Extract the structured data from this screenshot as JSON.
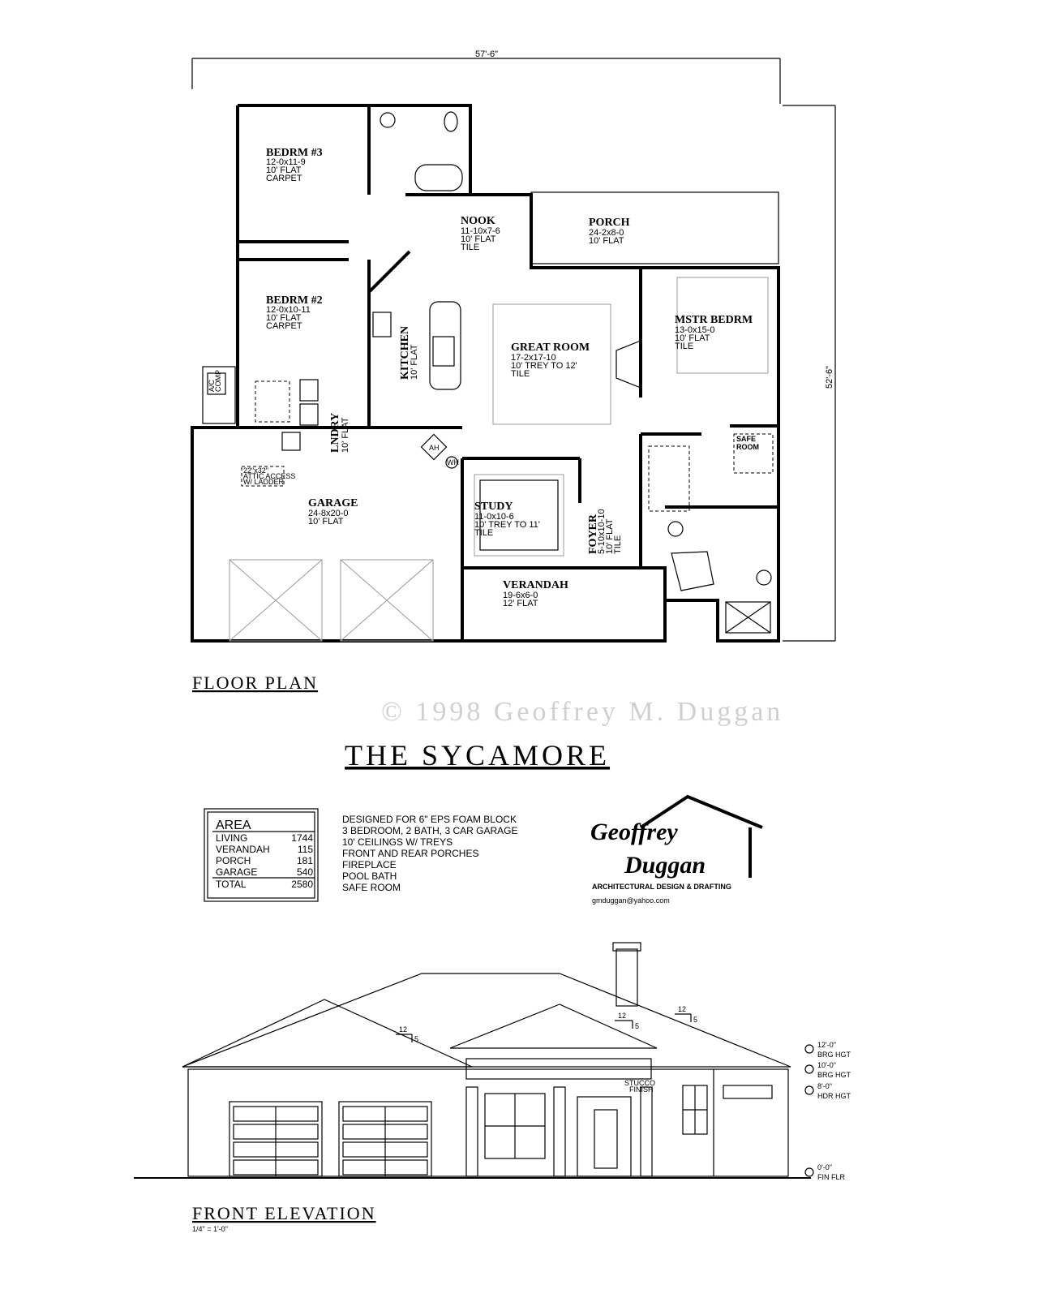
{
  "floor_plan": {
    "overall_width": "57'-6\"",
    "overall_depth": "52'-6\"",
    "title": "FLOOR PLAN",
    "watermark": "© 1998 Geoffrey M. Duggan",
    "rooms": [
      {
        "name": "BEDRM #3",
        "size": "12-0x11-9",
        "ceiling": "10' FLAT",
        "floor": "CARPET"
      },
      {
        "name": "BEDRM #2",
        "size": "12-0x10-11",
        "ceiling": "10' FLAT",
        "floor": "CARPET"
      },
      {
        "name": "NOOK",
        "size": "11-10x7-6",
        "ceiling": "10' FLAT",
        "floor": "TILE"
      },
      {
        "name": "PORCH",
        "size": "24-2x8-0",
        "ceiling": "10' FLAT"
      },
      {
        "name": "MSTR BEDRM",
        "size": "13-0x15-0",
        "ceiling": "10' FLAT",
        "floor": "TILE"
      },
      {
        "name": "GREAT ROOM",
        "size": "17-2x17-10",
        "ceiling": "10' TREY TO 12'",
        "floor": "TILE"
      },
      {
        "name": "GARAGE",
        "size": "24-8x20-0",
        "ceiling": "10' FLAT"
      },
      {
        "name": "STUDY",
        "size": "11-0x10-6",
        "ceiling": "10' TREY TO 11'",
        "floor": "TILE"
      },
      {
        "name": "VERANDAH",
        "size": "19-6x6-0",
        "ceiling": "12' FLAT"
      }
    ],
    "kitchen": {
      "name": "KITCHEN",
      "ceiling": "10' FLAT"
    },
    "laundry": {
      "name": "LNDRY",
      "ceiling": "10' FLAT"
    },
    "foyer": {
      "name": "FOYER",
      "size": "5-10x10-10",
      "ceiling": "10' FLAT",
      "floor": "TILE"
    },
    "safe_room": {
      "line1": "SAFE",
      "line2": "ROOM"
    },
    "attic": {
      "line1": "22\"x32\"",
      "line2": "ATTIC ACCESS",
      "line3": "W/ LADDER"
    },
    "ac": {
      "line1": "A/C",
      "line2": "COMP"
    },
    "ah": "AH",
    "wh": "WH"
  },
  "title": "THE SYCAMORE",
  "area_table": {
    "heading": "AREA",
    "rows": [
      {
        "label": "LIVING",
        "value": "1744"
      },
      {
        "label": "VERANDAH",
        "value": "115"
      },
      {
        "label": "PORCH",
        "value": "181"
      },
      {
        "label": "GARAGE",
        "value": "540"
      }
    ],
    "total": {
      "label": "TOTAL",
      "value": "2580"
    }
  },
  "features": [
    "DESIGNED FOR 6\" EPS FOAM BLOCK",
    "3 BEDROOM, 2 BATH, 3 CAR GARAGE",
    "10' CEILINGS W/ TREYS",
    "FRONT AND REAR PORCHES",
    "FIREPLACE",
    "POOL BATH",
    "SAFE ROOM"
  ],
  "logo": {
    "line1": "Geoffrey",
    "line2": "Duggan",
    "tagline": "ARCHITECTURAL DESIGN & DRAFTING",
    "email": "gmduggan@yahoo.com"
  },
  "elevation": {
    "title": "FRONT ELEVATION",
    "scale": "1/4\" = 1'-0\"",
    "pitch_run": "12",
    "pitch_rise": "5",
    "stucco_line1": "STUCCO",
    "stucco_line2": "FINISH",
    "levels": [
      {
        "height": "12'-0\"",
        "label": "BRG HGT"
      },
      {
        "height": "10'-0\"",
        "label": "BRG HGT"
      },
      {
        "height": "8'-0\"",
        "label": "HDR HGT"
      },
      {
        "height": "0'-0\"",
        "label": "FIN FLR"
      }
    ]
  }
}
